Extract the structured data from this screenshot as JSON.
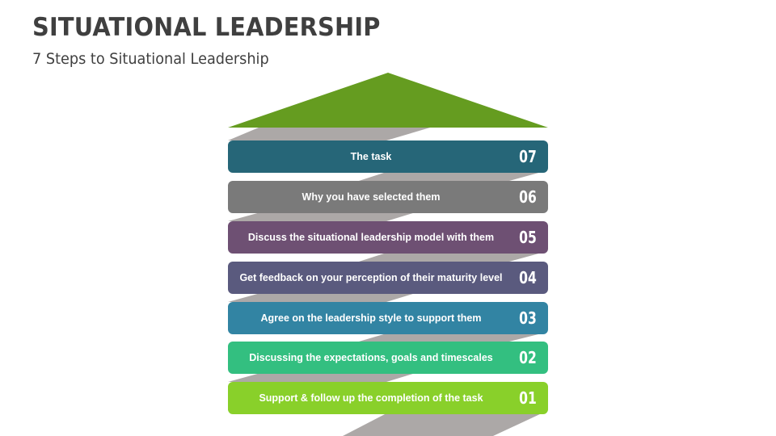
{
  "header": {
    "title": "SITUATIONAL LEADERSHIP",
    "subtitle": "7 Steps to Situational Leadership"
  },
  "diagram": {
    "roof_color": "#659c20",
    "connector_color": "#aca8a7",
    "steps": [
      {
        "number": "07",
        "label": "The task",
        "color": "#266678"
      },
      {
        "number": "06",
        "label": "Why you have selected them",
        "color": "#7a7a7a"
      },
      {
        "number": "05",
        "label": "Discuss the situational leadership model with them",
        "color": "#6e5073"
      },
      {
        "number": "04",
        "label": "Get feedback on your perception of their maturity level",
        "color": "#5a5a7e"
      },
      {
        "number": "03",
        "label": "Agree on the leadership style to support them",
        "color": "#3284a3"
      },
      {
        "number": "02",
        "label": "Discussing the expectations, goals and timescales",
        "color": "#33bf80"
      },
      {
        "number": "01",
        "label": "Support & follow up the completion of the task",
        "color": "#89d02a"
      }
    ]
  }
}
